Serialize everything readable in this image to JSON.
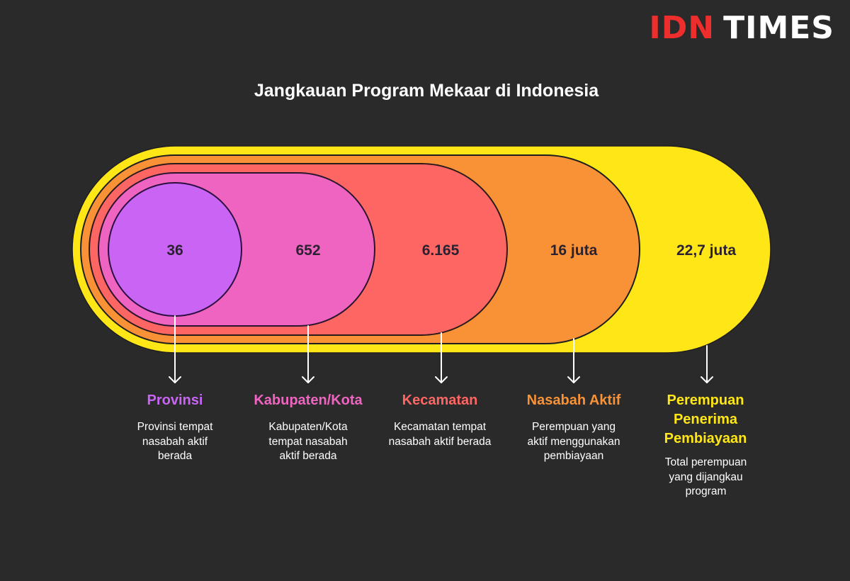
{
  "brand": {
    "part1": "IDN",
    "part2": "TIMES",
    "part1_color": "#ee2d2d",
    "part2_color": "#ffffff"
  },
  "title": "Jangkauan Program Mekaar di Indonesia",
  "levels": [
    {
      "value": "36",
      "label": "Provinsi",
      "description": "Provinsi tempat nasabah aktif berada",
      "color": "#c964f5",
      "label_color": "#c964f5"
    },
    {
      "value": "652",
      "label": "Kabupaten/Kota",
      "description": "Kabupaten/Kota tempat nasabah aktif berada",
      "color": "#f064c1",
      "label_color": "#f064c1"
    },
    {
      "value": "6.165",
      "label": "Kecamatan",
      "description": "Kecamatan tempat nasabah aktif berada",
      "color": "#fe6663",
      "label_color": "#fe6663"
    },
    {
      "value": "16 juta",
      "label": "Nasabah Aktif",
      "description": "Perempuan yang aktif menggunakan pembiayaan",
      "color": "#f99236",
      "label_color": "#f99236"
    },
    {
      "value": "22,7 juta",
      "label": "Perempuan Penerima Pembiayaan",
      "description": "Total perempuan yang dijangkau program",
      "color": "#ffe616",
      "label_color": "#ffe616"
    }
  ],
  "chart_data": {
    "type": "nested-pill-diagram",
    "title": "Jangkauan Program Mekaar di Indonesia",
    "categories": [
      "Provinsi",
      "Kabupaten/Kota",
      "Kecamatan",
      "Nasabah Aktif",
      "Perempuan Penerima Pembiayaan"
    ],
    "values": [
      "36",
      "652",
      "6.165",
      "16 juta",
      "22,7 juta"
    ],
    "numeric_values": [
      36,
      652,
      6165,
      16000000,
      22700000
    ],
    "descriptions": [
      "Provinsi tempat nasabah aktif berada",
      "Kabupaten/Kota tempat nasabah aktif berada",
      "Kecamatan tempat nasabah aktif berada",
      "Perempuan yang aktif menggunakan pembiayaan",
      "Total perempuan yang dijangkau program"
    ]
  }
}
